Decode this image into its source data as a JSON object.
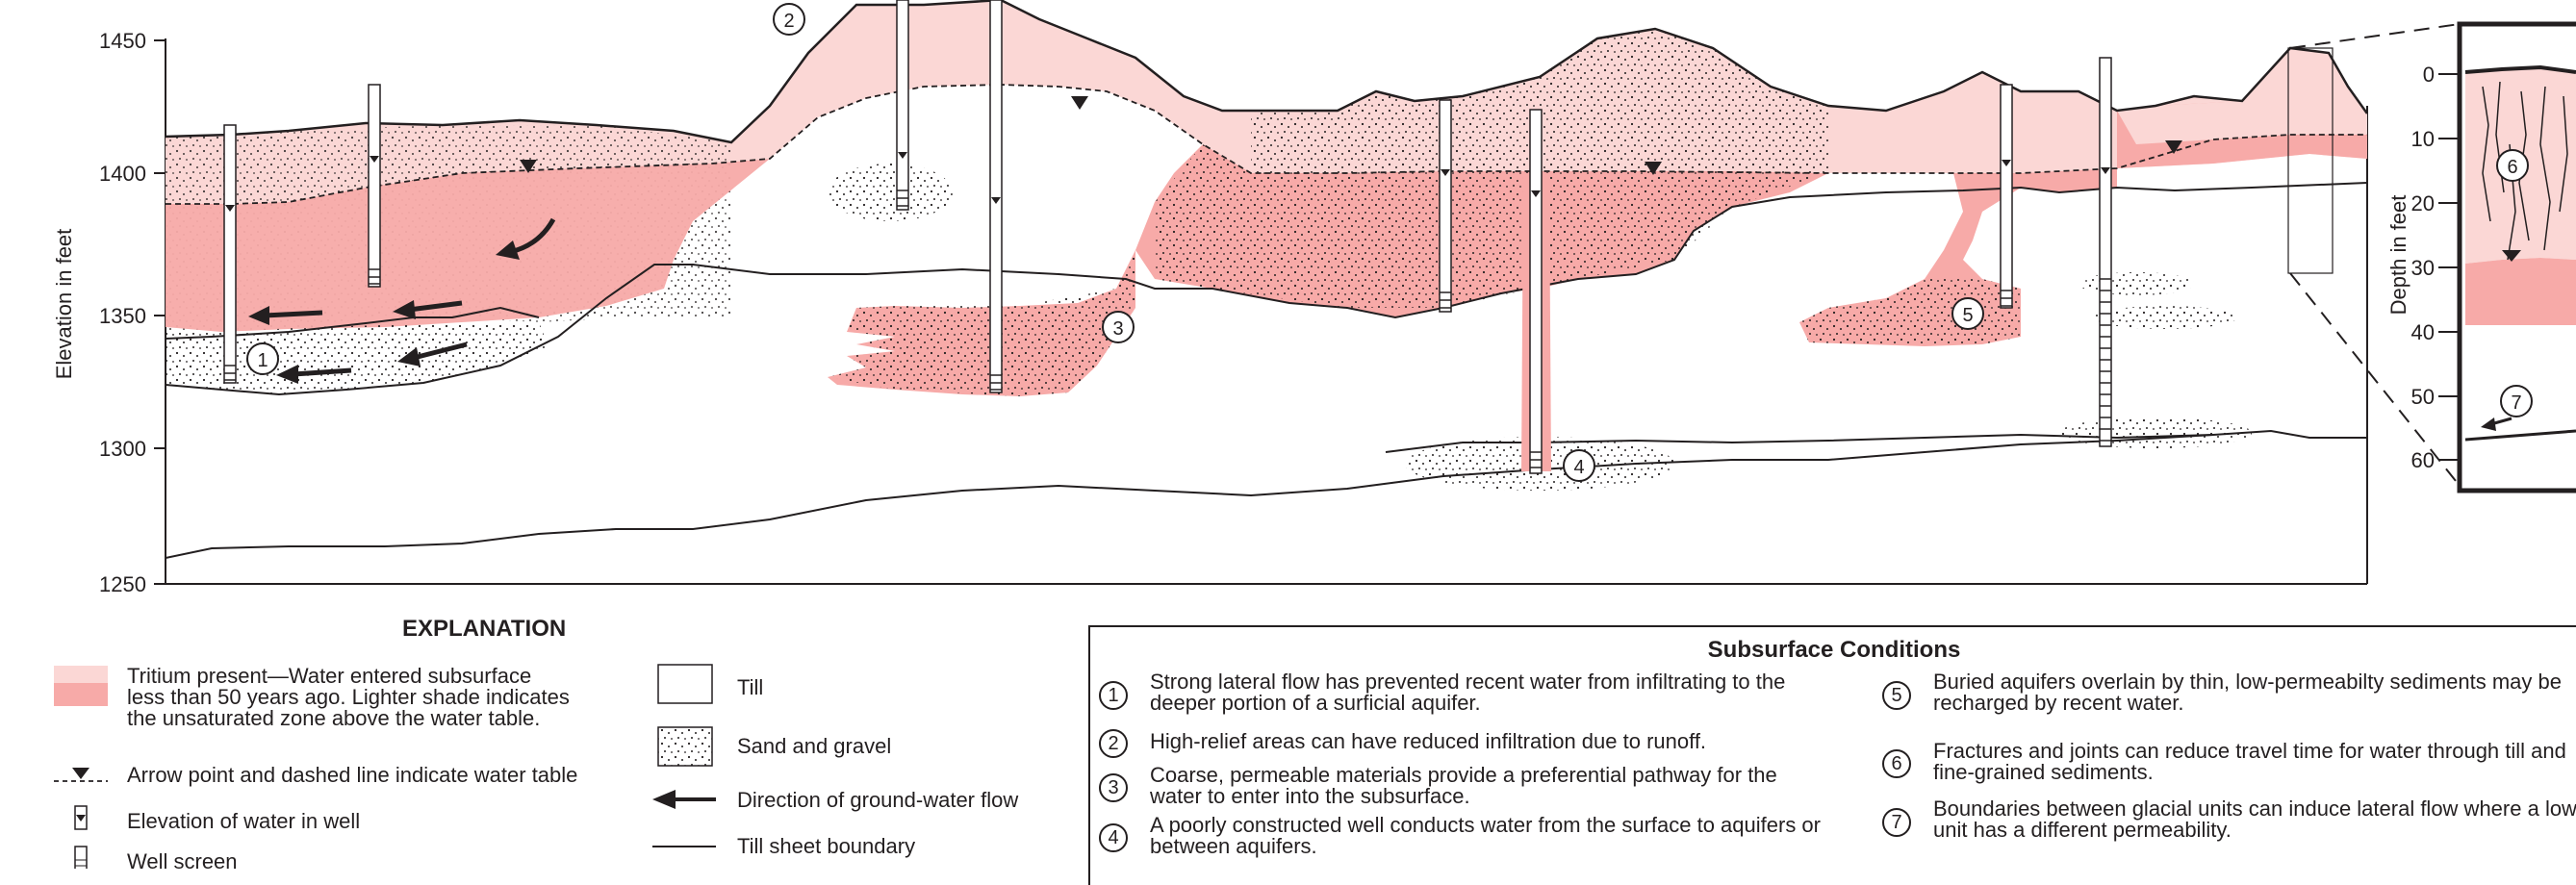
{
  "axes": {
    "ylabel": "Elevation in feet",
    "yticks": [
      "1450",
      "1400",
      "1350",
      "1300",
      "1250"
    ],
    "inset_ylabel": "Depth in feet",
    "inset_ticks": [
      "0",
      "10",
      "20",
      "30",
      "40",
      "50",
      "60"
    ]
  },
  "callouts": [
    "1",
    "2",
    "3",
    "4",
    "5",
    "6",
    "7"
  ],
  "colors": {
    "tritium_saturated": "#f7aaa8",
    "tritium_unsaturated": "#fbd7d5",
    "ink": "#231f20"
  },
  "explanation": {
    "title": "EXPLANATION",
    "tritium": "Tritium present—Water entered subsurface less than 50 years ago. Lighter shade indicates the unsaturated zone above the water table.",
    "water_table": "Arrow point and dashed line indicate water table",
    "water_in_well": "Elevation of water in well",
    "well_screen": "Well screen",
    "till": "Till",
    "sand_gravel": "Sand and gravel",
    "flow": "Direction of ground-water flow",
    "boundary": "Till sheet boundary"
  },
  "conditions": {
    "title": "Subsurface Conditions",
    "items": [
      {
        "num": "1",
        "text": "Strong lateral flow has prevented recent water from infiltrating to the deeper portion of a surficial aquifer."
      },
      {
        "num": "2",
        "text": "High-relief areas can have reduced infiltration due to runoff."
      },
      {
        "num": "3",
        "text": "Coarse, permeable materials provide a preferential pathway for the water to enter into the subsurface."
      },
      {
        "num": "4",
        "text": "A poorly constructed well conducts water from the surface to aquifers or between aquifers."
      },
      {
        "num": "5",
        "text": "Buried aquifers overlain by thin, low-permeabilty sediments may be recharged by recent water."
      },
      {
        "num": "6",
        "text": "Fractures and joints can reduce travel time for water through till and fine-grained sediments."
      },
      {
        "num": "7",
        "text": "Boundaries between glacial units can induce lateral flow where a lower unit has a different permeability."
      }
    ]
  }
}
